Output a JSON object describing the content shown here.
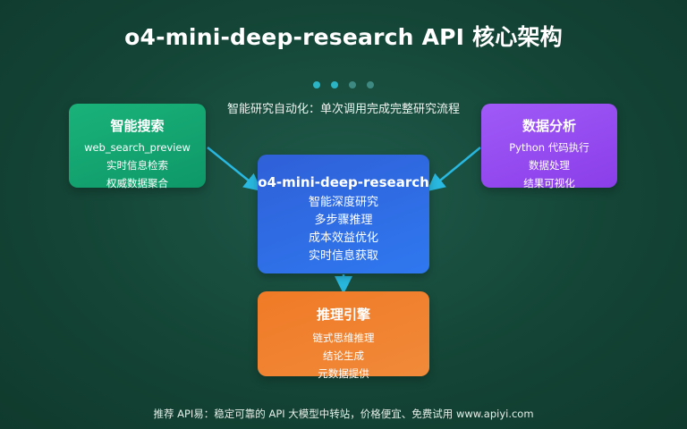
{
  "title": "o4-mini-deep-research API 核心架构",
  "subtitle": "智能研究自动化：单次调用完成完整研究流程",
  "dots": [
    "#2bb5c4",
    "#2bb5c4",
    "#3e8a82",
    "#3e8a82"
  ],
  "search": {
    "title": "智能搜索",
    "items": [
      "web_search_preview",
      "实时信息检索",
      "权威数据聚合"
    ]
  },
  "analysis": {
    "title": "数据分析",
    "items": [
      "Python 代码执行",
      "数据处理",
      "结果可视化"
    ]
  },
  "core": {
    "title": "o4-mini-deep-research",
    "items": [
      "智能深度研究",
      "多步骤推理",
      "成本效益优化",
      "实时信息获取"
    ]
  },
  "reasoning": {
    "title": "推理引擎",
    "items": [
      "链式思维推理",
      "结论生成",
      "元数据提供"
    ]
  },
  "footer": "推荐 API易：稳定可靠的 API 大模型中转站，价格便宜、免费试用 www.apiyi.com",
  "colors": {
    "arrow": "#29b8e0",
    "search": "#12a571",
    "analysis": "#9450f2",
    "core": "#2f6be4",
    "reasoning": "#f07f2f"
  }
}
